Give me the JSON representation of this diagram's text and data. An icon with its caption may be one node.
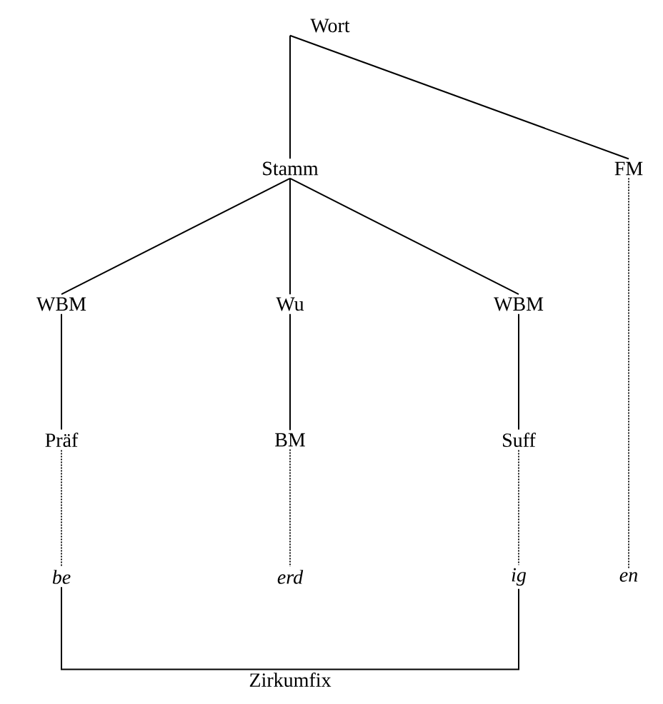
{
  "diagram": {
    "nodes": [
      {
        "text": [
          "Wort"
        ]
      },
      {
        "text": [
          "Stamm"
        ]
      },
      {
        "text": [
          "FM"
        ]
      },
      {
        "text": [
          "WBM"
        ]
      },
      {
        "text": [
          "Wu"
        ]
      },
      {
        "text": [
          "WBM"
        ]
      },
      {
        "text": [
          "Präf"
        ]
      },
      {
        "text": [
          "BM"
        ]
      },
      {
        "text": [
          "Suff"
        ]
      },
      {
        "text": [
          "be"
        ]
      },
      {
        "text": [
          "erd"
        ]
      },
      {
        "text": [
          "ig"
        ]
      },
      {
        "text": [
          "en"
        ]
      },
      {
        "text": [
          "Zirkumfix"
        ]
      }
    ],
    "edges": [
      {
        "from": 0,
        "to": 1,
        "arrow": "none"
      },
      {
        "from": 0,
        "to": 2,
        "arrow": "none"
      },
      {
        "from": 1,
        "to": 3,
        "arrow": "none"
      },
      {
        "from": 1,
        "to": 4,
        "arrow": "none"
      },
      {
        "from": 1,
        "to": 5,
        "arrow": "none"
      },
      {
        "from": 3,
        "to": 6,
        "arrow": "none"
      },
      {
        "from": 4,
        "to": 7,
        "arrow": "none"
      },
      {
        "from": 5,
        "to": 8,
        "arrow": "none"
      },
      {
        "from": 6,
        "to": 9,
        "arrow": "none",
        "style": "dashed"
      },
      {
        "from": 7,
        "to": 10,
        "arrow": "none",
        "style": "dashed"
      },
      {
        "from": 8,
        "to": 11,
        "arrow": "none",
        "style": "dashed"
      },
      {
        "from": 2,
        "to": 12,
        "arrow": "none",
        "style": "dashed"
      },
      {
        "from": 9,
        "to": 13,
        "arrow": "none"
      },
      {
        "from": 11,
        "to": 13,
        "arrow": "none"
      }
    ]
  }
}
